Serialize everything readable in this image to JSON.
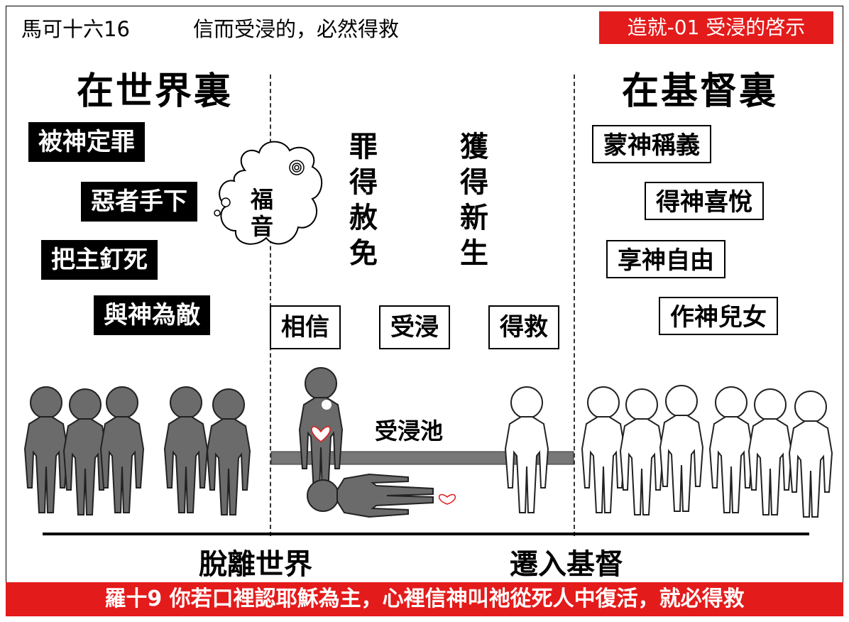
{
  "header": {
    "reference": "馬可十六16",
    "verse": "信而受浸的，必然得救",
    "tag": "造就-01 受浸的啓示"
  },
  "left": {
    "title": "在世界裏",
    "items": [
      "被神定罪",
      "惡者手下",
      "把主釘死",
      "與神為敵"
    ]
  },
  "right": {
    "title": "在基督裏",
    "items": [
      "蒙神稱義",
      "得神喜悅",
      "享神自由",
      "作神兒女"
    ]
  },
  "cloud": {
    "text": "福音"
  },
  "middle": {
    "col1": [
      "罪",
      "得",
      "赦",
      "免"
    ],
    "col2": [
      "獲",
      "得",
      "新",
      "生"
    ],
    "steps": [
      "相信",
      "受浸",
      "得救"
    ],
    "pool_label": "受浸池"
  },
  "bottom": {
    "left_label": "脫離世界",
    "right_label": "遷入基督"
  },
  "footer": {
    "text": "羅十9 你若口裡認耶穌為主，心裡信神叫祂從死人中復活，就必得救"
  },
  "colors": {
    "accent_red": "#e41b1b",
    "figure_gray": "#666666"
  }
}
